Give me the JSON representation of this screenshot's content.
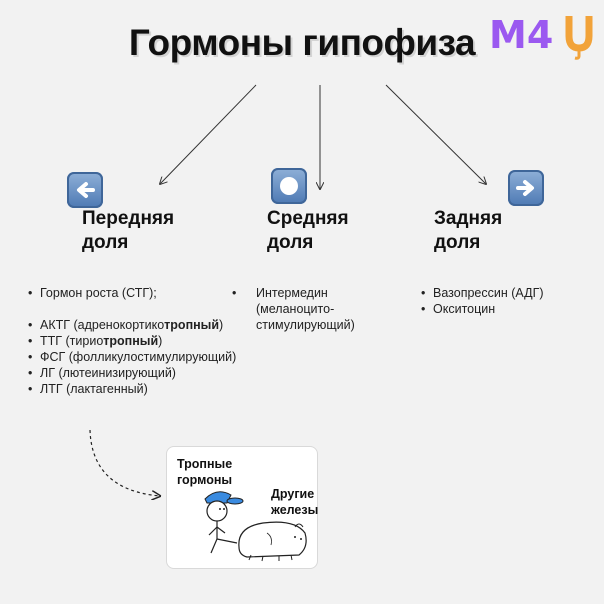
{
  "title": "Гормоны гипофиза",
  "logo": {
    "text": "M4U",
    "color": "#9b59f0"
  },
  "lobes": {
    "anterior": {
      "icon": "left-arrow-button-icon",
      "line1": "Передняя",
      "line2": "доля",
      "items": [
        {
          "text": "Гормон роста (СТГ);"
        },
        {
          "pre": "АКТГ (адренокортико",
          "bold": "тропный",
          "post": ")"
        },
        {
          "pre": "ТТГ (тирио",
          "bold": "тропный",
          "post": ")"
        },
        {
          "text": "ФСГ (фолликулостимулирующий)"
        },
        {
          "text": "ЛГ (лютеинизирующий)"
        },
        {
          "text": "ЛТГ (лактагенный)"
        }
      ]
    },
    "middle": {
      "icon": "record-button-icon",
      "line1": "Средняя",
      "line2": "доля",
      "items": [
        {
          "text": "Интермедин (меланоцито-стимулирующий)"
        }
      ]
    },
    "posterior": {
      "icon": "right-arrow-button-icon",
      "line1": "Задняя",
      "line2": "доля",
      "items": [
        {
          "text": "Вазопрессин (АДГ)"
        },
        {
          "text": "Окситоцин"
        }
      ]
    }
  },
  "card": {
    "label1": "Тропные гормоны",
    "label2": "Другие железы"
  },
  "colors": {
    "button": "#5b84bb",
    "background": "#f2f2f2"
  }
}
